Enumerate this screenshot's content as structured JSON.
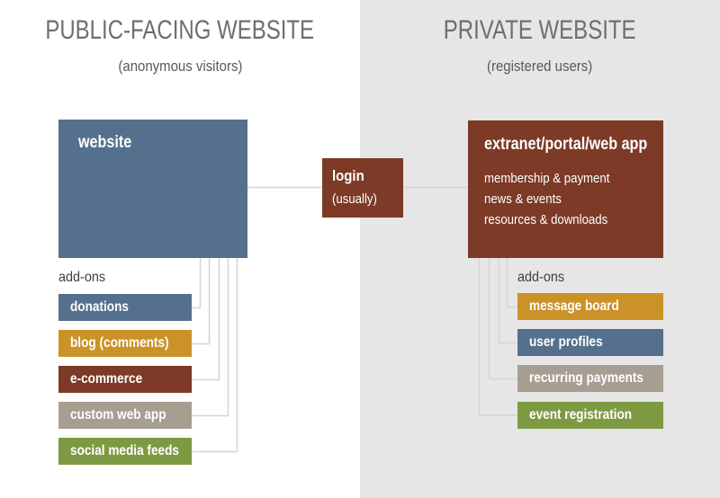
{
  "public": {
    "title": "PUBLIC-FACING WEBSITE",
    "subtitle": "(anonymous visitors)",
    "main_box": {
      "label": "website"
    },
    "addons_label": "add-ons",
    "addons": [
      {
        "label": "donations",
        "color": "#54708d"
      },
      {
        "label": "blog (comments)",
        "color": "#cb9227"
      },
      {
        "label": "e-commerce",
        "color": "#7c3a27"
      },
      {
        "label": "custom web app",
        "color": "#a79e92"
      },
      {
        "label": "social media feeds",
        "color": "#7d9a43"
      }
    ]
  },
  "connector": {
    "login_label": "login",
    "login_note": "(usually)",
    "color": "#7c3a27"
  },
  "private": {
    "title": "PRIVATE WEBSITE",
    "subtitle": "(registered users)",
    "main_box": {
      "title": "extranet/portal/web app",
      "color": "#7c3a27",
      "features": [
        "membership & payment",
        "news & events",
        "resources & downloads"
      ]
    },
    "addons_label": "add-ons",
    "addons": [
      {
        "label": "message board",
        "color": "#cb9227"
      },
      {
        "label": "user profiles",
        "color": "#54708d"
      },
      {
        "label": "recurring payments",
        "color": "#a79e92"
      },
      {
        "label": "event registration",
        "color": "#7d9a43"
      }
    ]
  },
  "colors": {
    "website_box": "#54708d",
    "private_background": "#e6e6e6",
    "connector_line": "#d3d4d5",
    "heading_text": "#6d6e70",
    "subtitle_text": "#58595b",
    "addons_label_text": "#3f4041"
  }
}
